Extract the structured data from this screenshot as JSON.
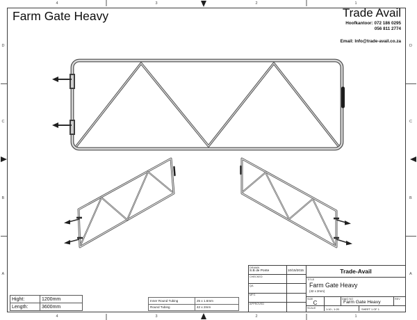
{
  "header": {
    "title": "Farm Gate Heavy",
    "company_name": "Trade Avail",
    "phone_line1": "Hoofkantoor: 072 186 0295",
    "phone_line2": "056 811 2774",
    "email_line": "Email: Info@trade-avail.co.za"
  },
  "zones": {
    "top": [
      "4",
      "3",
      "2",
      "1"
    ],
    "bottom": [
      "4",
      "3",
      "2",
      "1"
    ],
    "left": [
      "D",
      "C",
      "B",
      "A"
    ],
    "right": [
      "D",
      "C",
      "B",
      "A"
    ]
  },
  "dimensions_table": {
    "rows": [
      {
        "label": "Hight:",
        "value": "1200mm"
      },
      {
        "label": "Length:",
        "value": "3600mm"
      }
    ]
  },
  "tubing_table": {
    "rows": [
      {
        "label": "Inner Round Tubing",
        "value": "25 x 1.6mm"
      },
      {
        "label": "Round Tubing",
        "value": "42 x 2mm"
      }
    ]
  },
  "title_block": {
    "company": "Trade-Avail",
    "approvals": [
      {
        "label": "DRAWN",
        "name": "S.B de Ponte",
        "date": "10/15/2015"
      },
      {
        "label": "CHECKED",
        "name": "",
        "date": ""
      },
      {
        "label": "QA",
        "name": "",
        "date": ""
      },
      {
        "label": "MFG",
        "name": "",
        "date": ""
      },
      {
        "label": "APPROVED",
        "name": "",
        "date": ""
      }
    ],
    "title_label": "TITLE",
    "title": "Farm Gate Heavy",
    "subtitle": "(42 x 2mm)",
    "size_label": "SIZE",
    "size": "C",
    "dwg_label": "DWG NO",
    "dwg_no": "Farm Gate Heavy",
    "rev_label": "REV",
    "scale_label": "SCALE",
    "scale": "1:10 ; 1:20",
    "sheet_label": "SHEET 1 OF 1"
  },
  "colors": {
    "paper": "#ffffff",
    "frame_line": "#3c3c3c",
    "tube_outline": "#4a4a4a",
    "tube_inner": "#dadada",
    "text": "#111111"
  }
}
